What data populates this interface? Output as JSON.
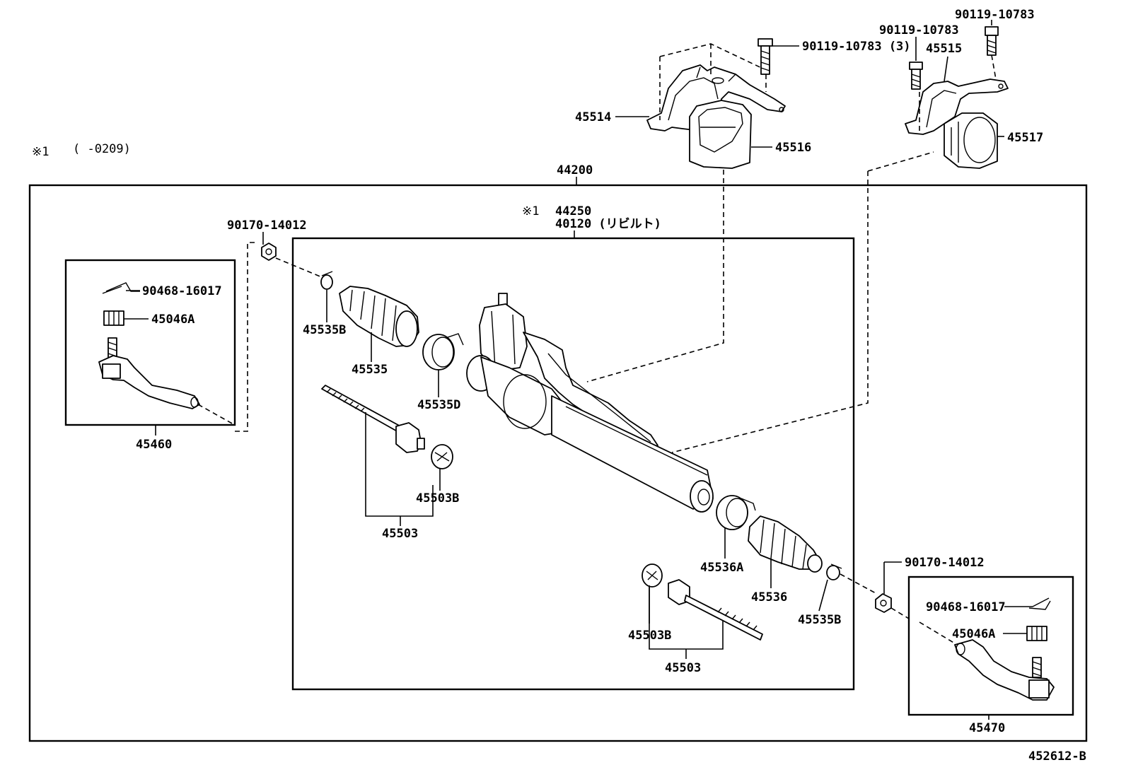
{
  "diagram_id": "452612-B",
  "note": {
    "mark": "※1",
    "range": "(      -0209)"
  },
  "assembly": {
    "outer": "44200",
    "inner_mark": "※1",
    "inner_1": "44250",
    "inner_2": "40120 (リビルト)"
  },
  "labels": {
    "bolt_3": "90119-10783 (3)",
    "bolt_a": "90119-10783",
    "bolt_b": "90119-10783",
    "bracket_l": "45514",
    "bracket_r": "45515",
    "bush_l": "45516",
    "bush_r": "45517",
    "nut_l": "90170-14012",
    "nut_r": "90170-14012",
    "pin_l": "90468-16017",
    "pin_r": "90468-16017",
    "castle_l": "45046A",
    "castle_r": "45046A",
    "tie_end_l": "45460",
    "tie_end_r": "45470",
    "clip_l": "45535B",
    "clip_r": "45535B",
    "boot_l": "45535",
    "boot_r": "45536",
    "band_l": "45535D",
    "band_r": "45536A",
    "washer_l": "45503B",
    "washer_r": "45503B",
    "rod_l": "45503",
    "rod_r": "45503"
  },
  "icons": [
    "bolt-icon",
    "bracket-icon",
    "bushing-icon",
    "nut-icon",
    "cotter-pin-icon",
    "castle-nut-icon",
    "tie-rod-end-icon",
    "clip-icon",
    "boot-icon",
    "band-icon",
    "washer-icon",
    "rack-end-icon",
    "rack-housing-icon"
  ]
}
